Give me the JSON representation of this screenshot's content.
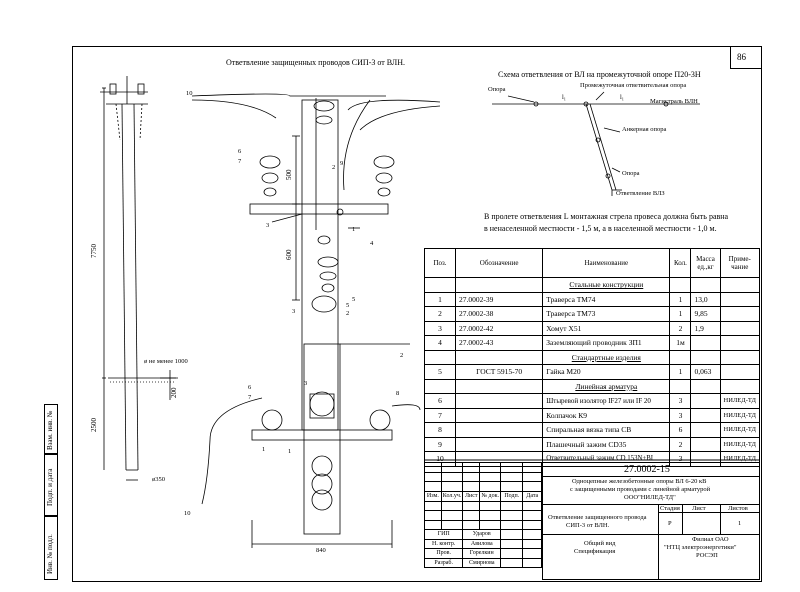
{
  "sheet_number": "86",
  "left_title": "Ответвление защищенных проводов СИП-3 от ВЛН.",
  "right_title": "Схема ответвления от ВЛ на промежуточной опоре П20-3Н",
  "scheme": {
    "opora_top": "Опора",
    "promezh": "Промежуточная ответвительная опора",
    "magistral": "Магистраль ВЛН",
    "ankernaya": "Анкерная опора",
    "opora_bottom": "Опора",
    "otvetvlenie": "Ответвление ВЛЗ",
    "l_mark": "l",
    "l1": "l₁"
  },
  "note_line1": "В пролете ответвления L монтажная стрела провеса должна быть равна",
  "note_line2": "в ненаселенной местности - 1,5 м, а в населенной местности - 1,0 м.",
  "dims": {
    "d7750": "7750",
    "d2500": "2500",
    "d500": "500",
    "d600": "600",
    "d200": "200",
    "d840": "840",
    "dia_top": "ø не менее 1000",
    "dia_bottom": "ø350"
  },
  "callouts": [
    "10",
    "6",
    "7",
    "1",
    "2",
    "3",
    "4",
    "5",
    "9",
    "1",
    "3",
    "2",
    "5",
    "6",
    "7",
    "3",
    "8",
    "1",
    "10",
    "2"
  ],
  "spec": {
    "headers": [
      "Поз.",
      "Обозначение",
      "Наименование",
      "Кол.",
      "Масса ед.,кг",
      "Приме- чание"
    ],
    "sec1": "Стальные конструкции",
    "sec2": "Стандартные изделия",
    "sec3": "Линейная арматура",
    "rows": [
      [
        "1",
        "27.0002-39",
        "Траверса ТМ74",
        "1",
        "13,0",
        ""
      ],
      [
        "2",
        "27.0002-38",
        "Траверса ТМ73",
        "1",
        "9,85",
        ""
      ],
      [
        "3",
        "27.0002-42",
        "Хомут Х51",
        "2",
        "1,9",
        ""
      ],
      [
        "4",
        "27.0002-43",
        "Заземляющий проводник ЗП1",
        "1м",
        "",
        ""
      ],
      [
        "5",
        "ГОСТ 5915-70",
        "Гайка М20",
        "1",
        "0,063",
        ""
      ],
      [
        "6",
        "",
        "Штыревой изолятор IF27 или IF 20",
        "3",
        "",
        "НИЛЕД-ТД"
      ],
      [
        "7",
        "",
        "Колпачок К9",
        "3",
        "",
        "НИЛЕД-ТД"
      ],
      [
        "8",
        "",
        "Спиральная вязка типа СВ",
        "6",
        "",
        "НИЛЕД-ТД"
      ],
      [
        "9",
        "",
        "Плашечный зажим CD35",
        "2",
        "",
        "НИЛЕД-ТД"
      ],
      [
        "10",
        "",
        "Ответвительный зажим CD 153N+BI",
        "3",
        "",
        "НИЛЕД-ТД"
      ]
    ]
  },
  "stamp": {
    "code": "27.0002-15",
    "desc1": "Одноцепные железобетонные опоры ВЛ 6-20 кВ",
    "desc2": "с защищенными проводами с линейной арматурой",
    "desc3": "ООО\"НИЛЕД-ТД\"",
    "cols": [
      "Изм.",
      "Кол.уч.",
      "Лист",
      "№ док.",
      "Подп.",
      "Дата"
    ],
    "title1": "Ответвление защищенного провода",
    "title2": "СИП-3 от ВЛН.",
    "stadia_h": "Стадия",
    "list_h": "Лист",
    "listov_h": "Листов",
    "stadia": "Р",
    "list": "",
    "listov": "1",
    "roles": [
      "ГИП",
      "Н. контр.",
      "Пров.",
      "Разраб."
    ],
    "names": [
      "Ударов",
      "Авилова",
      "Горелкин",
      "Смирнова"
    ],
    "sub1": "Общий вид",
    "sub2": "Спецификация",
    "org1": "Филиал ОАО",
    "org2": "\"НТЦ электроэнергетики\"",
    "org3": "РОСЭП"
  },
  "sidebar": [
    "Взам. инв. №",
    "Подп. и дата",
    "Инв. № подл."
  ]
}
